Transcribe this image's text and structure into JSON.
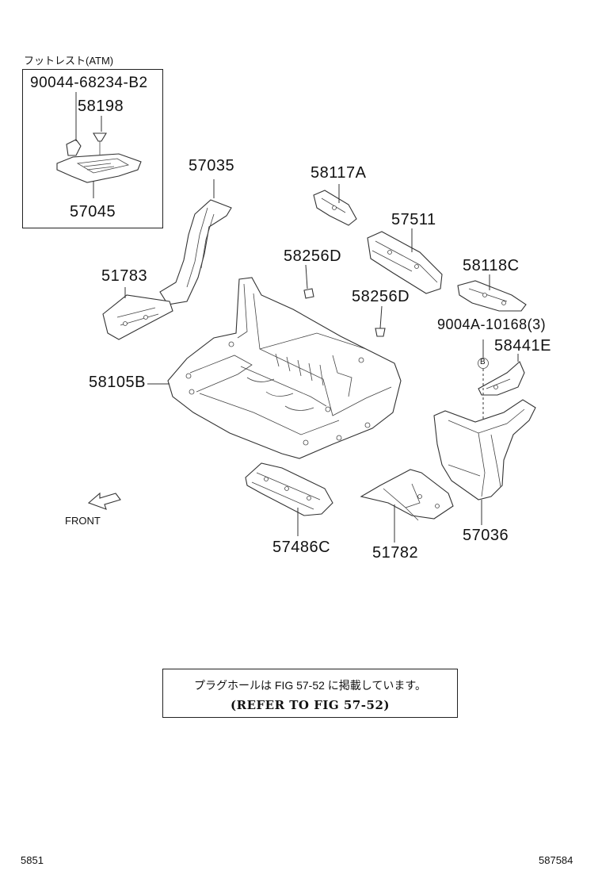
{
  "inset": {
    "title": "フットレスト(ATM)",
    "parts": [
      "90044-68234-B2",
      "58198",
      "57045"
    ]
  },
  "parts": {
    "p57035": "57035",
    "p58117A": "58117A",
    "p57511": "57511",
    "p51783": "51783",
    "p58256D_1": "58256D",
    "p58118C": "58118C",
    "p58256D_2": "58256D",
    "p9004A": "9004A-10168(3)",
    "p58441E": "58441E",
    "p58105B": "58105B",
    "p57036": "57036",
    "p57486C": "57486C",
    "p51782": "51782"
  },
  "callout_b": "B",
  "front_label": "FRONT",
  "note": {
    "japanese": "プラグホールは FIG 57-52 に掲載しています。",
    "english": "(REFER TO FIG 57-52)"
  },
  "footer": {
    "left_code": "5851",
    "right_code": "587584"
  },
  "colors": {
    "line": "#333333",
    "background": "#ffffff"
  }
}
